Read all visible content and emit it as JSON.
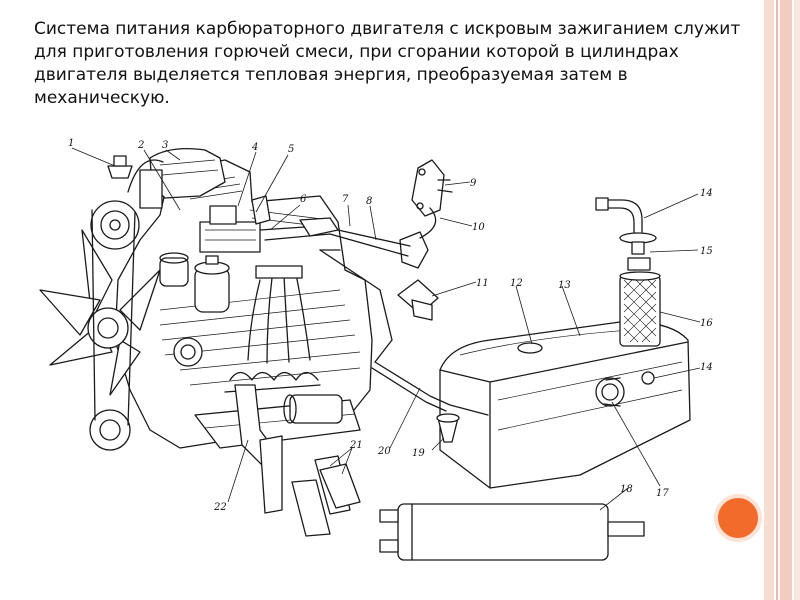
{
  "slide": {
    "caption": "Система питания карбюраторного двигателя с искровым зажиганием служит для приготовления горючей смеси, при сгорании которой в цилиндрах двигателя выделяется тепловая энергия, преобразуемая затем в механическую."
  },
  "diagram": {
    "callouts": [
      "1",
      "2",
      "3",
      "4",
      "5",
      "6",
      "7",
      "8",
      "9",
      "10",
      "11",
      "12",
      "13",
      "14",
      "15",
      "16",
      "14",
      "17",
      "18",
      "19",
      "20",
      "21",
      "22"
    ]
  },
  "colors": {
    "accent": "#f26b2a",
    "stripe": "#f2cdbf",
    "ink": "#1a1a1a"
  }
}
